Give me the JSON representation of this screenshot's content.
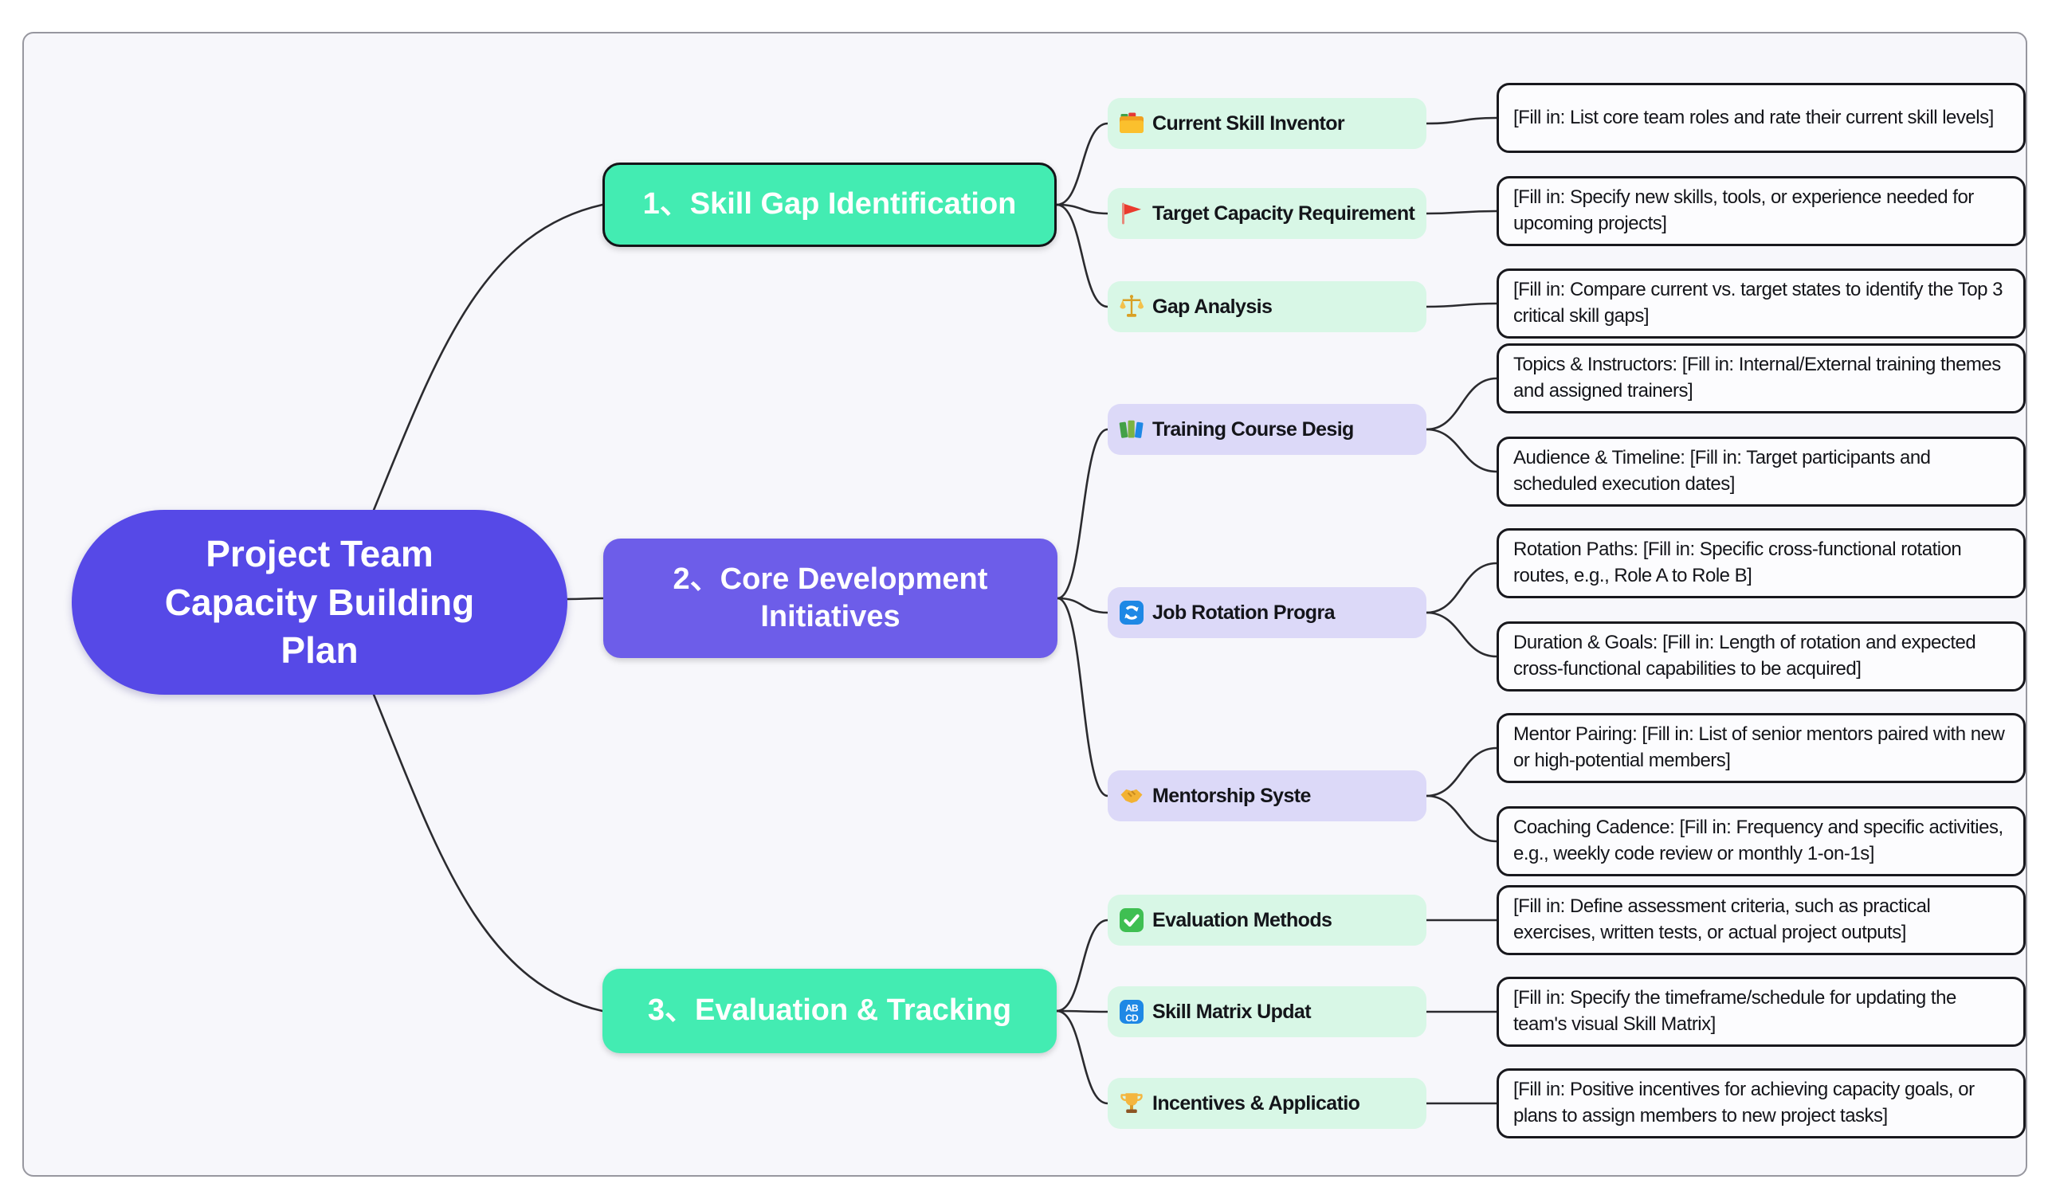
{
  "canvas": {
    "background": "#ffffff",
    "panel_bg": "#f7f7fb",
    "panel_border": "#97979f",
    "line_color": "#2b2b2f"
  },
  "root": {
    "label": "Project Team Capacity Building Plan",
    "bg": "#5649e7",
    "text_color": "#ffffff"
  },
  "branches": [
    {
      "label": "1、Skill Gap Identification",
      "bg": "#43ecb2",
      "border": "#141418",
      "children": [
        {
          "icon": "card-index-dividers-icon",
          "label": "Current Skill Inventor",
          "bg": "#d8f7e6",
          "leaves": [
            "[Fill in: List core team roles and rate their current skill levels]"
          ]
        },
        {
          "icon": "triangular-flag-icon",
          "label": "Target Capacity Requirement",
          "bg": "#d8f7e6",
          "leaves": [
            "[Fill in: Specify new skills, tools, or experience needed for upcoming projects]"
          ]
        },
        {
          "icon": "balance-scale-icon",
          "label": "Gap Analysis",
          "bg": "#d8f7e6",
          "leaves": [
            "[Fill in: Compare current vs. target states to identify the Top 3 critical skill gaps]"
          ]
        }
      ]
    },
    {
      "label": "2、Core Development Initiatives",
      "bg": "#6d5de9",
      "border": "",
      "children": [
        {
          "icon": "books-icon",
          "label": "Training Course Desig",
          "bg": "#dcd9f8",
          "leaves": [
            "Topics & Instructors: [Fill in: Internal/External training themes and assigned trainers]",
            "Audience & Timeline: [Fill in: Target participants and scheduled execution dates]"
          ]
        },
        {
          "icon": "rotation-arrows-icon",
          "label": "Job Rotation Progra",
          "bg": "#dcd9f8",
          "leaves": [
            "Rotation Paths: [Fill in: Specific cross-functional rotation routes, e.g., Role A to Role B]",
            "Duration & Goals: [Fill in: Length of rotation and expected cross-functional capabilities to be acquired]"
          ]
        },
        {
          "icon": "handshake-icon",
          "label": "Mentorship Syste",
          "bg": "#dcd9f8",
          "leaves": [
            "Mentor Pairing: [Fill in: List of senior mentors paired with new or high-potential members]",
            "Coaching Cadence: [Fill in: Frequency and specific activities, e.g., weekly code review or monthly 1-on-1s]"
          ]
        }
      ]
    },
    {
      "label": "3、Evaluation & Tracking",
      "bg": "#43ecb2",
      "border": "",
      "children": [
        {
          "icon": "check-mark-button-icon",
          "label": "Evaluation Methods",
          "bg": "#d8f7e6",
          "leaves": [
            "[Fill in: Define assessment criteria, such as practical exercises, written tests, or actual project outputs]"
          ]
        },
        {
          "icon": "abcd-input-icon",
          "label": "Skill Matrix Updat",
          "bg": "#d8f7e6",
          "leaves": [
            "[Fill in: Specify the timeframe/schedule for updating the team's visual Skill Matrix]"
          ]
        },
        {
          "icon": "trophy-icon",
          "label": "Incentives & Applicatio",
          "bg": "#d8f7e6",
          "leaves": [
            "[Fill in: Positive incentives for achieving capacity goals, or plans to assign members to new project tasks]"
          ]
        }
      ]
    }
  ]
}
